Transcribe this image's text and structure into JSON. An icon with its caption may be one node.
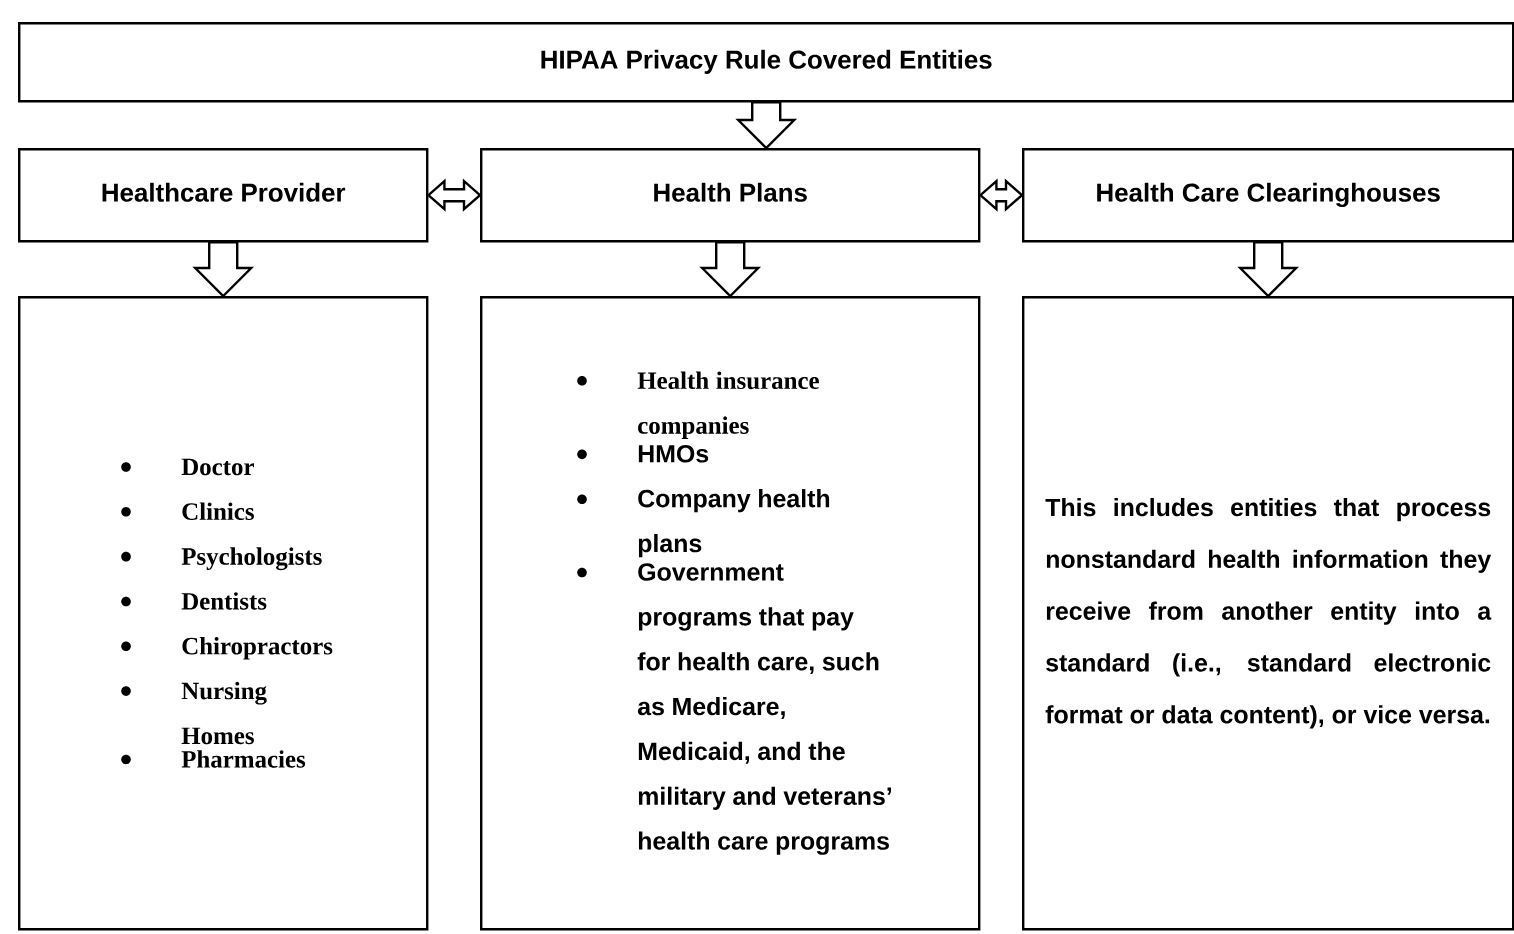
{
  "diagram": {
    "nodes": [
      {
        "text": [
          "HIPAA Privacy Rule Covered Entities"
        ]
      },
      {
        "text": [
          "Healthcare Provider"
        ]
      },
      {
        "text": [
          "Health Plans"
        ]
      },
      {
        "text": [
          "Health Care Clearinghouses"
        ]
      },
      {
        "text": [
          "Doctor",
          "Clinics",
          "Psychologists",
          "Dentists",
          "Chiropractors",
          "Nursing Homes",
          "Pharmacies"
        ]
      },
      {
        "text": [
          "Health insurance companies",
          "HMOs",
          "Company health plans",
          "Government programs that pay for health care, such as Medicare, Medicaid, and the military and veterans’ health care programs"
        ]
      },
      {
        "text": [
          "This includes entities that process nonstandard health information they receive from another entity into a standard (i.e., standard electronic format or data content), or vice versa."
        ]
      }
    ],
    "edges": [
      {
        "from": 0,
        "to": 2,
        "arrow": "to"
      },
      {
        "from": 1,
        "to": 2,
        "arrow": "both"
      },
      {
        "from": 2,
        "to": 3,
        "arrow": "both"
      },
      {
        "from": 1,
        "to": 4,
        "arrow": "to"
      },
      {
        "from": 2,
        "to": 5,
        "arrow": "to"
      },
      {
        "from": 3,
        "to": 6,
        "arrow": "to"
      }
    ]
  }
}
